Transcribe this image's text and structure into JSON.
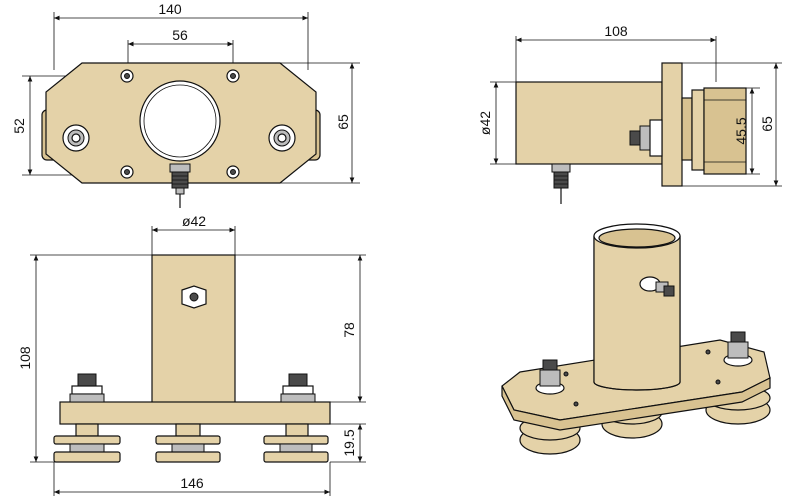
{
  "dimensions": {
    "top_width": "140",
    "hole_spacing": "56",
    "top_height_inner": "52",
    "top_height_outer": "65",
    "side_length": "108",
    "side_diameter": "ø42",
    "side_flange": "45.5",
    "side_height": "65",
    "front_diameter": "ø42",
    "front_height_total": "108",
    "front_height_tube": "78",
    "front_width": "146",
    "front_base": "19.5"
  },
  "colors": {
    "body": "#e4d2a8",
    "line": "#111111"
  }
}
